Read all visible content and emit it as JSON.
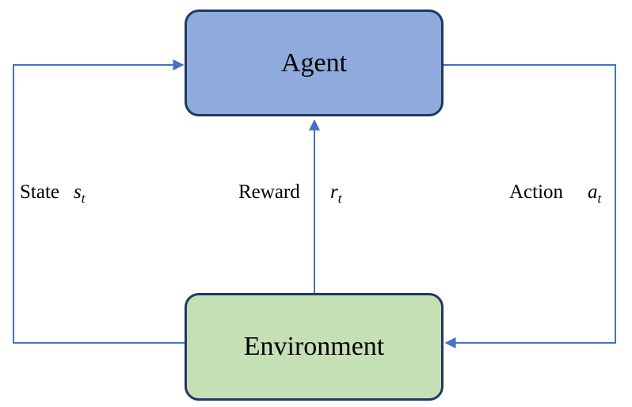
{
  "nodes": {
    "agent": {
      "label": "Agent",
      "fill": "#8FAADC",
      "border": "#1F3864"
    },
    "environment": {
      "label": "Environment",
      "fill": "#C5E0B4",
      "border": "#1F3864"
    }
  },
  "edges": {
    "state": {
      "word": "State",
      "symbol": "s",
      "subscript": "t",
      "from": "environment",
      "to": "agent"
    },
    "reward": {
      "word": "Reward",
      "symbol": "r",
      "subscript": "t",
      "from": "environment",
      "to": "agent"
    },
    "action": {
      "word": "Action",
      "symbol": "a",
      "subscript": "t",
      "from": "agent",
      "to": "environment"
    }
  },
  "colors": {
    "arrow": "#4472C4",
    "text": "#000000",
    "background": "#FFFFFF"
  }
}
